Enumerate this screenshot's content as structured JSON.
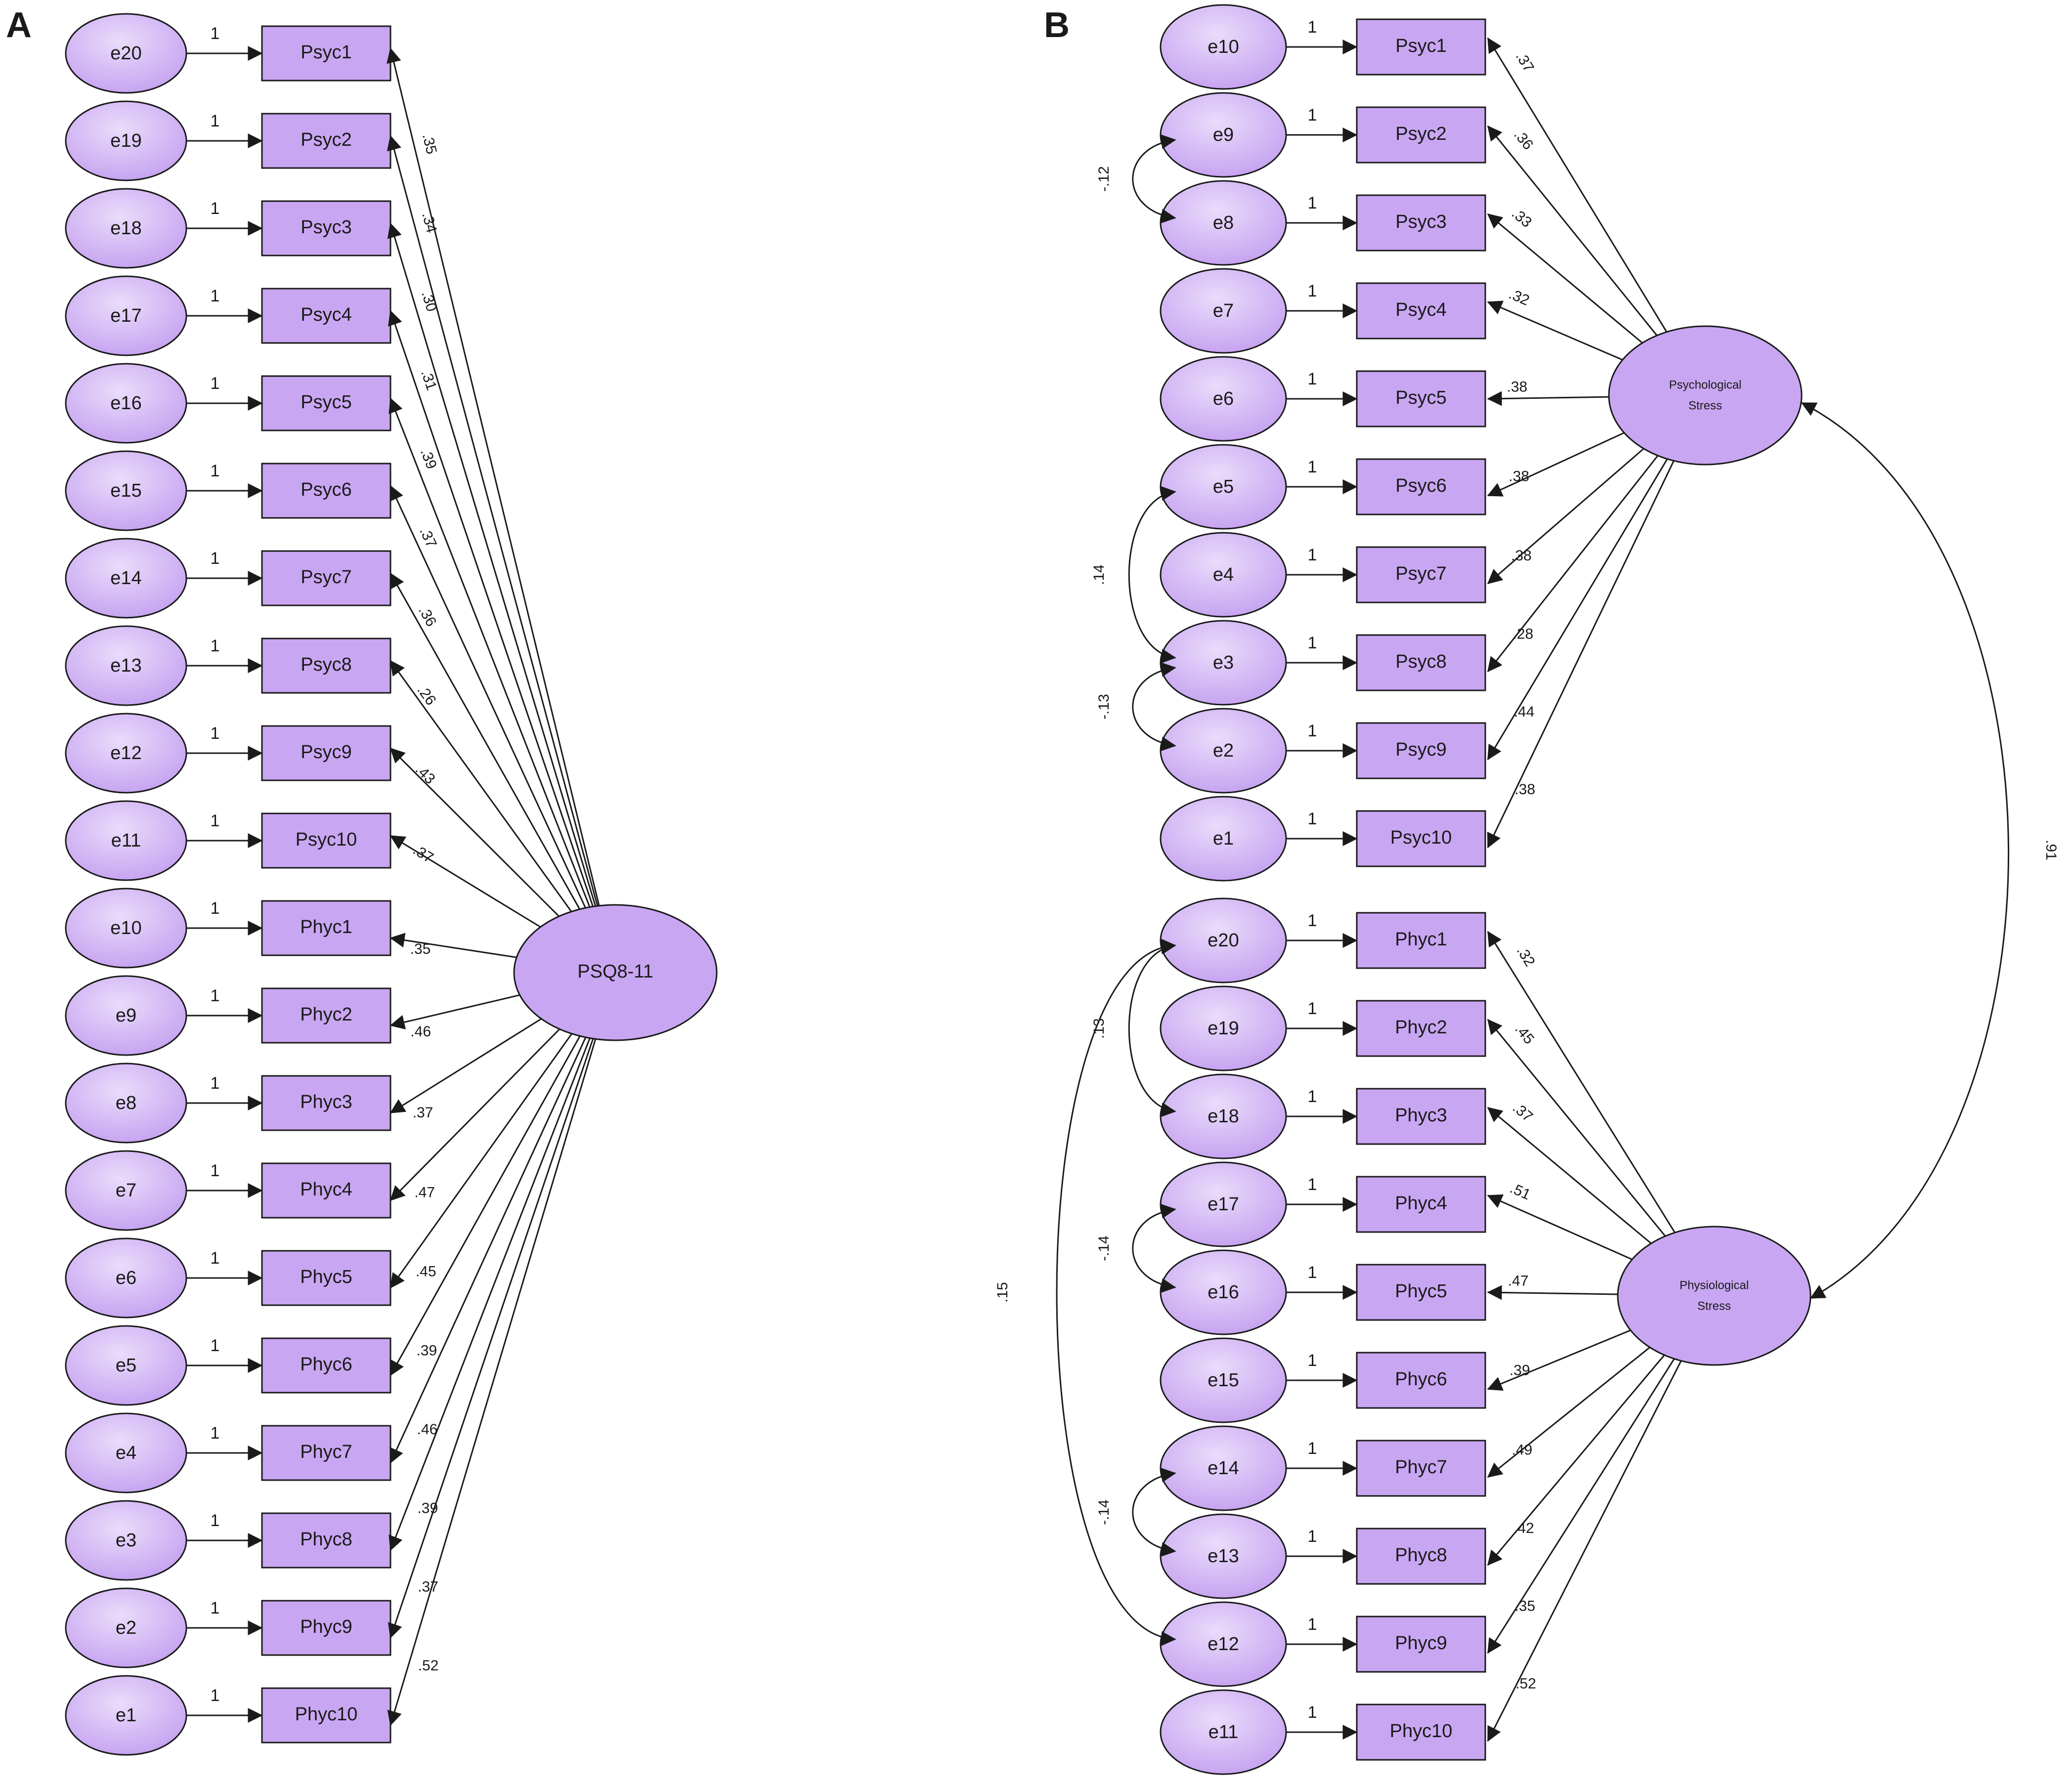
{
  "colors": {
    "node_fill": "#c9a6f2",
    "node_fill_light": "#e6d6fa",
    "node_stroke": "#1a1a1a",
    "line": "#1a1a1a"
  },
  "panelA": {
    "label": "A",
    "latent": "PSQ8-11",
    "rows": [
      {
        "error": "e20",
        "item": "Psyc1",
        "fixed": "1",
        "loading": ".35"
      },
      {
        "error": "e19",
        "item": "Psyc2",
        "fixed": "1",
        "loading": ".34"
      },
      {
        "error": "e18",
        "item": "Psyc3",
        "fixed": "1",
        "loading": ".30"
      },
      {
        "error": "e17",
        "item": "Psyc4",
        "fixed": "1",
        "loading": ".31"
      },
      {
        "error": "e16",
        "item": "Psyc5",
        "fixed": "1",
        "loading": ".39"
      },
      {
        "error": "e15",
        "item": "Psyc6",
        "fixed": "1",
        "loading": ".37"
      },
      {
        "error": "e14",
        "item": "Psyc7",
        "fixed": "1",
        "loading": ".36"
      },
      {
        "error": "e13",
        "item": "Psyc8",
        "fixed": "1",
        "loading": ".26"
      },
      {
        "error": "e12",
        "item": "Psyc9",
        "fixed": "1",
        "loading": ".43"
      },
      {
        "error": "e11",
        "item": "Psyc10",
        "fixed": "1",
        "loading": ".37"
      },
      {
        "error": "e10",
        "item": "Phyc1",
        "fixed": "1",
        "loading": ".35"
      },
      {
        "error": "e9",
        "item": "Phyc2",
        "fixed": "1",
        "loading": ".46"
      },
      {
        "error": "e8",
        "item": "Phyc3",
        "fixed": "1",
        "loading": ".37"
      },
      {
        "error": "e7",
        "item": "Phyc4",
        "fixed": "1",
        "loading": ".47"
      },
      {
        "error": "e6",
        "item": "Phyc5",
        "fixed": "1",
        "loading": ".45"
      },
      {
        "error": "e5",
        "item": "Phyc6",
        "fixed": "1",
        "loading": ".39"
      },
      {
        "error": "e4",
        "item": "Phyc7",
        "fixed": "1",
        "loading": ".46"
      },
      {
        "error": "e3",
        "item": "Phyc8",
        "fixed": "1",
        "loading": ".39"
      },
      {
        "error": "e2",
        "item": "Phyc9",
        "fixed": "1",
        "loading": ".37"
      },
      {
        "error": "e1",
        "item": "Phyc10",
        "fixed": "1",
        "loading": ".52"
      }
    ]
  },
  "panelB": {
    "label": "B",
    "factor1": {
      "line1": "Psychological",
      "line2": "Stress"
    },
    "factor2": {
      "line1": "Physiological",
      "line2": "Stress"
    },
    "factor_correlation": ".91",
    "group1": [
      {
        "error": "e10",
        "item": "Psyc1",
        "fixed": "1",
        "loading": ".37"
      },
      {
        "error": "e9",
        "item": "Psyc2",
        "fixed": "1",
        "loading": ".36"
      },
      {
        "error": "e8",
        "item": "Psyc3",
        "fixed": "1",
        "loading": ".33"
      },
      {
        "error": "e7",
        "item": "Psyc4",
        "fixed": "1",
        "loading": ".32"
      },
      {
        "error": "e6",
        "item": "Psyc5",
        "fixed": "1",
        "loading": ".38"
      },
      {
        "error": "e5",
        "item": "Psyc6",
        "fixed": "1",
        "loading": ".38"
      },
      {
        "error": "e4",
        "item": "Psyc7",
        "fixed": "1",
        "loading": ".38"
      },
      {
        "error": "e3",
        "item": "Psyc8",
        "fixed": "1",
        "loading": ".28"
      },
      {
        "error": "e2",
        "item": "Psyc9",
        "fixed": "1",
        "loading": ".44"
      },
      {
        "error": "e1",
        "item": "Psyc10",
        "fixed": "1",
        "loading": ".38"
      }
    ],
    "group2": [
      {
        "error": "e20",
        "item": "Phyc1",
        "fixed": "1",
        "loading": ".32"
      },
      {
        "error": "e19",
        "item": "Phyc2",
        "fixed": "1",
        "loading": ".45"
      },
      {
        "error": "e18",
        "item": "Phyc3",
        "fixed": "1",
        "loading": ".37"
      },
      {
        "error": "e17",
        "item": "Phyc4",
        "fixed": "1",
        "loading": ".51"
      },
      {
        "error": "e16",
        "item": "Phyc5",
        "fixed": "1",
        "loading": ".47"
      },
      {
        "error": "e15",
        "item": "Phyc6",
        "fixed": "1",
        "loading": ".39"
      },
      {
        "error": "e14",
        "item": "Phyc7",
        "fixed": "1",
        "loading": ".49"
      },
      {
        "error": "e13",
        "item": "Phyc8",
        "fixed": "1",
        "loading": ".42"
      },
      {
        "error": "e12",
        "item": "Phyc9",
        "fixed": "1",
        "loading": ".35"
      },
      {
        "error": "e11",
        "item": "Phyc10",
        "fixed": "1",
        "loading": ".52"
      }
    ],
    "covariances": [
      {
        "from": "e9",
        "to": "e8",
        "value": "-.12"
      },
      {
        "from": "e5",
        "to": "e3",
        "value": ".14"
      },
      {
        "from": "e3",
        "to": "e2",
        "value": "-.13"
      },
      {
        "from": "e20",
        "to": "e18",
        "value": ".13"
      },
      {
        "from": "e17",
        "to": "e16",
        "value": "-.14"
      },
      {
        "from": "e14",
        "to": "e13",
        "value": "-.14"
      },
      {
        "from": "e20",
        "to": "e12",
        "value": ".15"
      }
    ]
  }
}
